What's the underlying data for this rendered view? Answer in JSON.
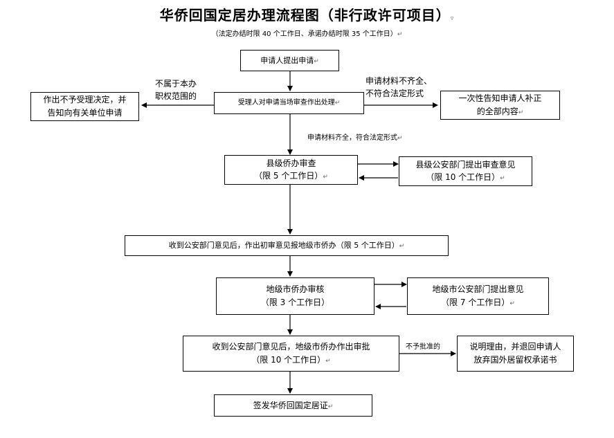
{
  "title": "华侨回国定居办理流程图（非行政许可项目）",
  "title_mark": "▿",
  "subtitle": "（法定办结时限 40 个工作日、承诺办结时限 35 个工作日）",
  "para_mark": "↵",
  "boxes": {
    "apply": {
      "line1": "申请人提出申请"
    },
    "handle": {
      "line1": "受理人对申请当场审查作出处理"
    },
    "reject_scope": {
      "line1": "作出不予受理决定，并",
      "line2": "告知向有关单位申请"
    },
    "supplement": {
      "line1": "一次性告知申请人补正",
      "line2": "的全部内容"
    },
    "county_review": {
      "line1": "县级侨办审查",
      "line2": "（限 5 个工作日）"
    },
    "county_police": {
      "line1": "县级公安部门提出审查意见",
      "line2": "（限 10 个工作日）"
    },
    "report_city": {
      "line1": "收到公安部门意见后，作出初审意见报地级市侨办（限 5 个工作日）"
    },
    "city_review": {
      "line1": "地级市侨办审核",
      "line2": "（限 3 个工作日）"
    },
    "city_police": {
      "line1": "地级市公安部门提出意见",
      "line2": "（限 7 个工作日）"
    },
    "city_approve": {
      "line1": "收到公安部门意见后，地级市侨办作出审批",
      "line2": "（限 10 个工作日）"
    },
    "refuse": {
      "line1": "说明理由，并退回申请人",
      "line2": "放弃国外居留权承诺书"
    },
    "issue": {
      "line1": "签发华侨回国定居证"
    }
  },
  "labels": {
    "not_scope_1": "不属于本办",
    "not_scope_2": "职权范围的",
    "incomplete_1": "申请材料不齐全、",
    "incomplete_2": "不符合法定形式",
    "complete": "申请材料齐全，符合法定形式",
    "not_approved": "不予批准的"
  }
}
